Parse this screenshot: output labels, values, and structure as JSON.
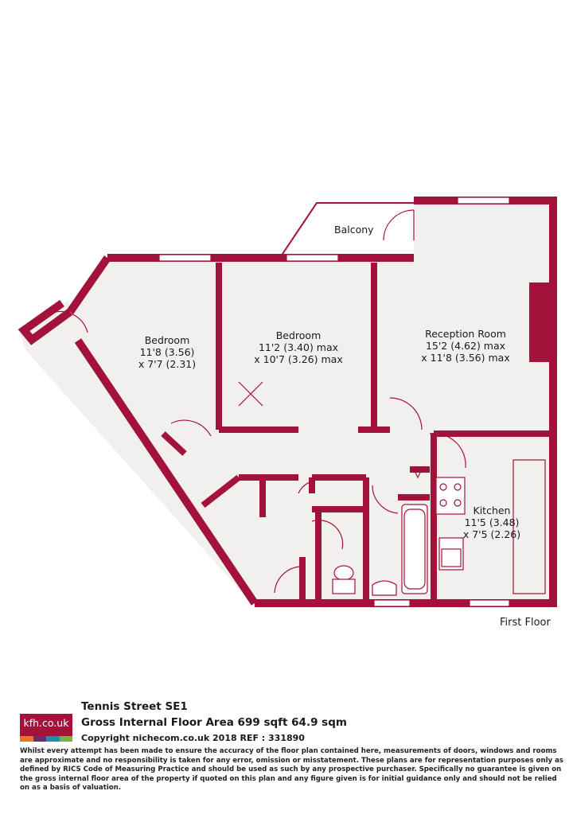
{
  "colors": {
    "wall": "#a3123a",
    "floor": "#f2f0ef",
    "logo_bg": "#a3123a",
    "logo_bars": [
      "#e8781c",
      "#6e2a6e",
      "#1f8fae",
      "#7bb33a"
    ]
  },
  "plan": {
    "balcony": "Balcony",
    "floor_label": "First Floor",
    "rooms": [
      {
        "name": "Bedroom",
        "dim1": "11'8 (3.56)",
        "dim2": "x 7'7 (2.31)"
      },
      {
        "name": "Bedroom",
        "dim1": "11'2 (3.40) max",
        "dim2": "x 10'7 (3.26) max"
      },
      {
        "name": "Reception Room",
        "dim1": "15'2 (4.62) max",
        "dim2": "x 11'8 (3.56) max"
      },
      {
        "name": "Kitchen",
        "dim1": "11'5 (3.48)",
        "dim2": "x 7'5 (2.26)"
      }
    ]
  },
  "footer": {
    "logo": "kfh.co.uk",
    "property": "Tennis Street  SE1",
    "area": "Gross Internal Floor Area 699 sqft 64.9 sqm",
    "copyright": "Copyright nichecom.co.uk 2018 REF : 331890",
    "disclaimer": "Whilst every attempt has been made to ensure the accuracy of the floor plan contained here, measurements of doors, windows and rooms are approximate and no responsibility is taken for any error, omission or misstatement.  These plans are for representation purposes only as defined by RICS Code of Measuring Practice and should be used as such by any prospective purchaser.  Specifically no guarantee is given on the gross internal floor area of the property if quoted on this plan and any figure given is for initial guidance only and should not be relied on as a basis of valuation."
  }
}
